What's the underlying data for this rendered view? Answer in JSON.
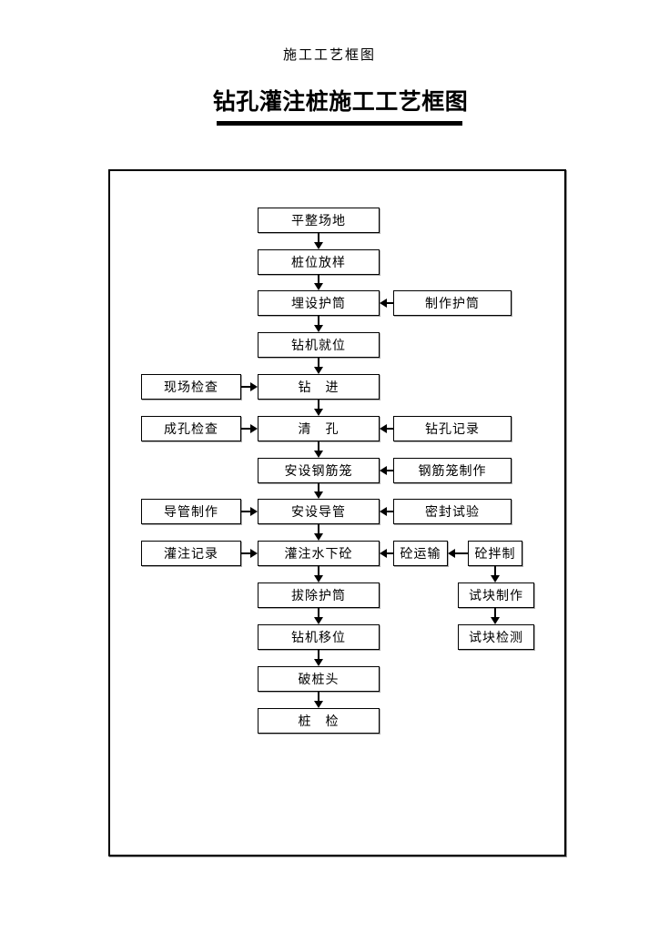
{
  "page": {
    "header": "施工工艺框图",
    "title": "钻孔灌注桩施工工艺框图"
  },
  "colors": {
    "ink": "#000000",
    "background": "#ffffff"
  },
  "flowchart": {
    "main": [
      "平整场地",
      "桩位放样",
      "埋设护筒",
      "钻机就位",
      "钻　进",
      "清　孔",
      "安设钢筋笼",
      "安设导管",
      "灌注水下砼",
      "拔除护筒",
      "钻机移位",
      "破桩头",
      "桩　检"
    ],
    "left": [
      "现场检查",
      "成孔检查",
      "导管制作",
      "灌注记录"
    ],
    "right": [
      "制作护筒",
      "钻孔记录",
      "钢筋笼制作",
      "密封试验"
    ],
    "concrete": [
      "砼运输",
      "砼拌制"
    ],
    "test": [
      "试块制作",
      "试块检测"
    ],
    "edges": [
      "平整场地→桩位放样",
      "桩位放样→埋设护筒",
      "埋设护筒→钻机就位",
      "钻机就位→钻进",
      "钻进→清孔",
      "清孔→安设钢筋笼",
      "安设钢筋笼→安设导管",
      "安设导管→灌注水下砼",
      "灌注水下砼→拔除护筒",
      "拔除护筒→钻机移位",
      "钻机移位→破桩头",
      "破桩头→桩检",
      "现场检查→钻进",
      "成孔检查→清孔",
      "导管制作→安设导管",
      "灌注记录→灌注水下砼",
      "制作护筒→埋设护筒",
      "钻孔记录→清孔",
      "钢筋笼制作→安设钢筋笼",
      "密封试验→安设导管",
      "砼拌制→砼运输",
      "砼运输→灌注水下砼",
      "砼拌制→试块制作",
      "试块制作→试块检测"
    ]
  }
}
